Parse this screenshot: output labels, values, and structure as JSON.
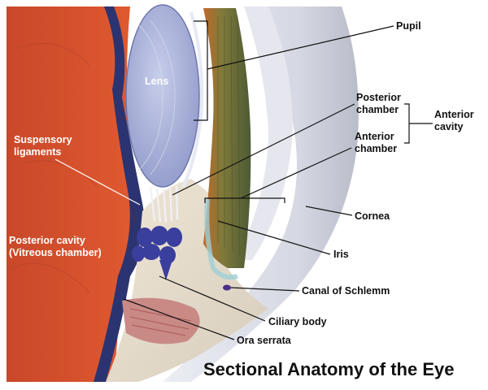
{
  "title": "Sectional Anatomy of the Eye",
  "labels": {
    "pupil": "Pupil",
    "lens": "Lens",
    "posterior_chamber_1": "Posterior",
    "posterior_chamber_2": "chamber",
    "anterior_cavity_1": "Anterior",
    "anterior_cavity_2": "cavity",
    "anterior_chamber_1": "Anterior",
    "anterior_chamber_2": "chamber",
    "suspensory_1": "Suspensory",
    "suspensory_2": "ligaments",
    "cornea": "Cornea",
    "posterior_cavity_1": "Posterior cavity",
    "posterior_cavity_2": "(Vitreous chamber)",
    "iris": "Iris",
    "canal_of_schlemm": "Canal of Schlemm",
    "ciliary_body": "Ciliary body",
    "ora_serrata": "Ora serrata"
  },
  "colors": {
    "vitreous": "#d2512a",
    "lens": "#aeb6dc",
    "cornea": "#d9dbe6",
    "iris": "#6e6a3a",
    "ciliary": "#3b3f9a"
  }
}
